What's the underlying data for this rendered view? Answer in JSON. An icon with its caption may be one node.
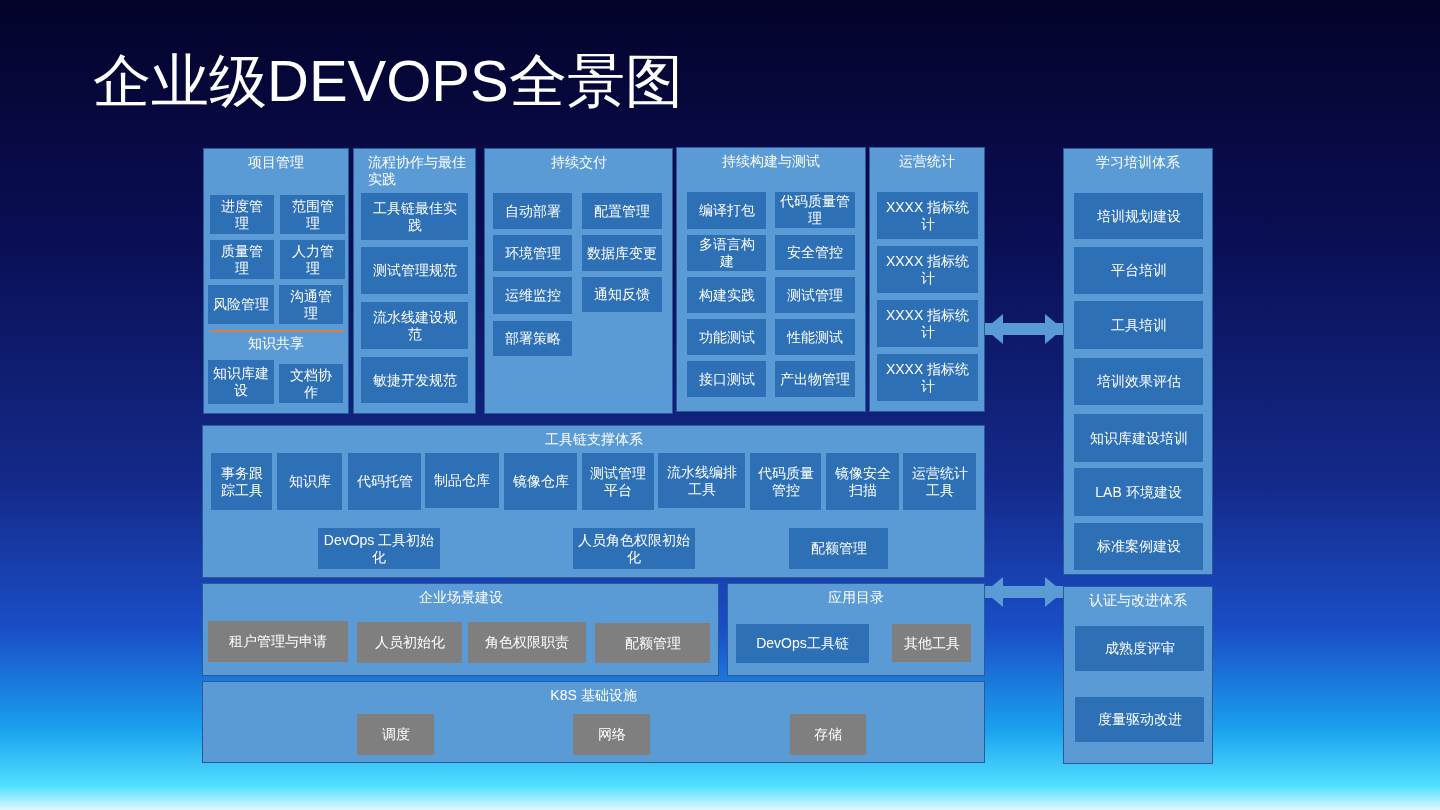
{
  "diagram": {
    "title": "企业级DEVOPS全景图",
    "nodes": [
      {
        "text": [
          "项目管理"
        ]
      },
      {
        "text": [
          "进度管理"
        ],
        "in": 0
      },
      {
        "text": [
          "范围管理"
        ],
        "in": 0
      },
      {
        "text": [
          "质量管理"
        ],
        "in": 0
      },
      {
        "text": [
          "人力管理"
        ],
        "in": 0
      },
      {
        "text": [
          "风险管理"
        ],
        "in": 0
      },
      {
        "text": [
          "沟通管理"
        ],
        "in": 0
      },
      {
        "text": [
          "知识库建设"
        ],
        "in": 0
      },
      {
        "text": [
          "文档协作"
        ],
        "in": 0
      },
      {
        "text": [
          "流程协作与最佳实践"
        ]
      },
      {
        "text": [
          "工具链最佳实践"
        ],
        "in": 9
      },
      {
        "text": [
          "测试管理规范"
        ],
        "in": 9
      },
      {
        "text": [
          "流水线建设规范"
        ],
        "in": 9
      },
      {
        "text": [
          "敏捷开发规范"
        ],
        "in": 9
      },
      {
        "text": [
          "持续交付"
        ]
      },
      {
        "text": [
          "自动部署"
        ],
        "in": 14
      },
      {
        "text": [
          "配置管理"
        ],
        "in": 14
      },
      {
        "text": [
          "环境管理"
        ],
        "in": 14
      },
      {
        "text": [
          "数据库变更"
        ],
        "in": 14
      },
      {
        "text": [
          "运维监控"
        ],
        "in": 14
      },
      {
        "text": [
          "通知反馈"
        ],
        "in": 14
      },
      {
        "text": [
          "部署策略"
        ],
        "in": 14
      },
      {
        "text": [
          "持续构建与测试"
        ]
      },
      {
        "text": [
          "编译打包"
        ],
        "in": 22
      },
      {
        "text": [
          "代码质量管理"
        ],
        "in": 22
      },
      {
        "text": [
          "多语言构建"
        ],
        "in": 22
      },
      {
        "text": [
          "安全管控"
        ],
        "in": 22
      },
      {
        "text": [
          "构建实践"
        ],
        "in": 22
      },
      {
        "text": [
          "测试管理"
        ],
        "in": 22
      },
      {
        "text": [
          "功能测试"
        ],
        "in": 22
      },
      {
        "text": [
          "性能测试"
        ],
        "in": 22
      },
      {
        "text": [
          "接口测试"
        ],
        "in": 22
      },
      {
        "text": [
          "产出物管理"
        ],
        "in": 22
      },
      {
        "text": [
          "运营统计"
        ]
      },
      {
        "text": [
          "XXXX 指标统计"
        ],
        "in": 33
      },
      {
        "text": [
          "XXXX 指标统计"
        ],
        "in": 33
      },
      {
        "text": [
          "XXXX 指标统计"
        ],
        "in": 33
      },
      {
        "text": [
          "XXXX 指标统计"
        ],
        "in": 33
      },
      {
        "text": [
          "工具链支撑体系"
        ]
      },
      {
        "text": [
          "事务跟踪工具"
        ],
        "in": 38
      },
      {
        "text": [
          "知识库"
        ],
        "in": 38
      },
      {
        "text": [
          "代码托管"
        ],
        "in": 38
      },
      {
        "text": [
          "制品仓库"
        ],
        "in": 38
      },
      {
        "text": [
          "镜像仓库"
        ],
        "in": 38
      },
      {
        "text": [
          "测试管理平台"
        ],
        "in": 38
      },
      {
        "text": [
          "流水线编排工具"
        ],
        "in": 38
      },
      {
        "text": [
          "代码质量管控"
        ],
        "in": 38
      },
      {
        "text": [
          "镜像安全扫描"
        ],
        "in": 38
      },
      {
        "text": [
          "运营统计工具"
        ],
        "in": 38
      },
      {
        "text": [
          "DevOps 工具初始化"
        ],
        "in": 38
      },
      {
        "text": [
          "人员角色权限初始化"
        ],
        "in": 38
      },
      {
        "text": [
          "配额管理"
        ],
        "in": 38
      },
      {
        "text": [
          "企业场景建设"
        ]
      },
      {
        "text": [
          "租户管理与申请"
        ],
        "in": 52
      },
      {
        "text": [
          "人员初始化"
        ],
        "in": 52
      },
      {
        "text": [
          "角色权限职责"
        ],
        "in": 52
      },
      {
        "text": [
          "配额管理"
        ],
        "in": 52
      },
      {
        "text": [
          "应用目录"
        ]
      },
      {
        "text": [
          "DevOps工具链"
        ],
        "in": 57
      },
      {
        "text": [
          "其他工具"
        ],
        "in": 57
      },
      {
        "text": [
          "K8S 基础设施"
        ]
      },
      {
        "text": [
          "调度"
        ],
        "in": 60
      },
      {
        "text": [
          "网络"
        ],
        "in": 60
      },
      {
        "text": [
          "存储"
        ],
        "in": 60
      },
      {
        "text": [
          "学习培训体系"
        ]
      },
      {
        "text": [
          "培训规划建设"
        ],
        "in": 64
      },
      {
        "text": [
          "平台培训"
        ],
        "in": 64
      },
      {
        "text": [
          "工具培训"
        ],
        "in": 64
      },
      {
        "text": [
          "培训效果评估"
        ],
        "in": 64
      },
      {
        "text": [
          "知识库建设培训"
        ],
        "in": 64
      },
      {
        "text": [
          "LAB 环境建设"
        ],
        "in": 64
      },
      {
        "text": [
          "标准案例建设"
        ],
        "in": 64
      },
      {
        "text": [
          "认证与改进体系"
        ]
      },
      {
        "text": [
          "成熟度评审"
        ],
        "in": 72
      },
      {
        "text": [
          "度量驱动改进"
        ],
        "in": 72
      }
    ],
    "edges": [
      {
        "from": 33,
        "to": 64,
        "arrow": "both"
      },
      {
        "from": 57,
        "to": 72,
        "arrow": "both"
      }
    ],
    "labels": [
      "知识共享"
    ]
  }
}
